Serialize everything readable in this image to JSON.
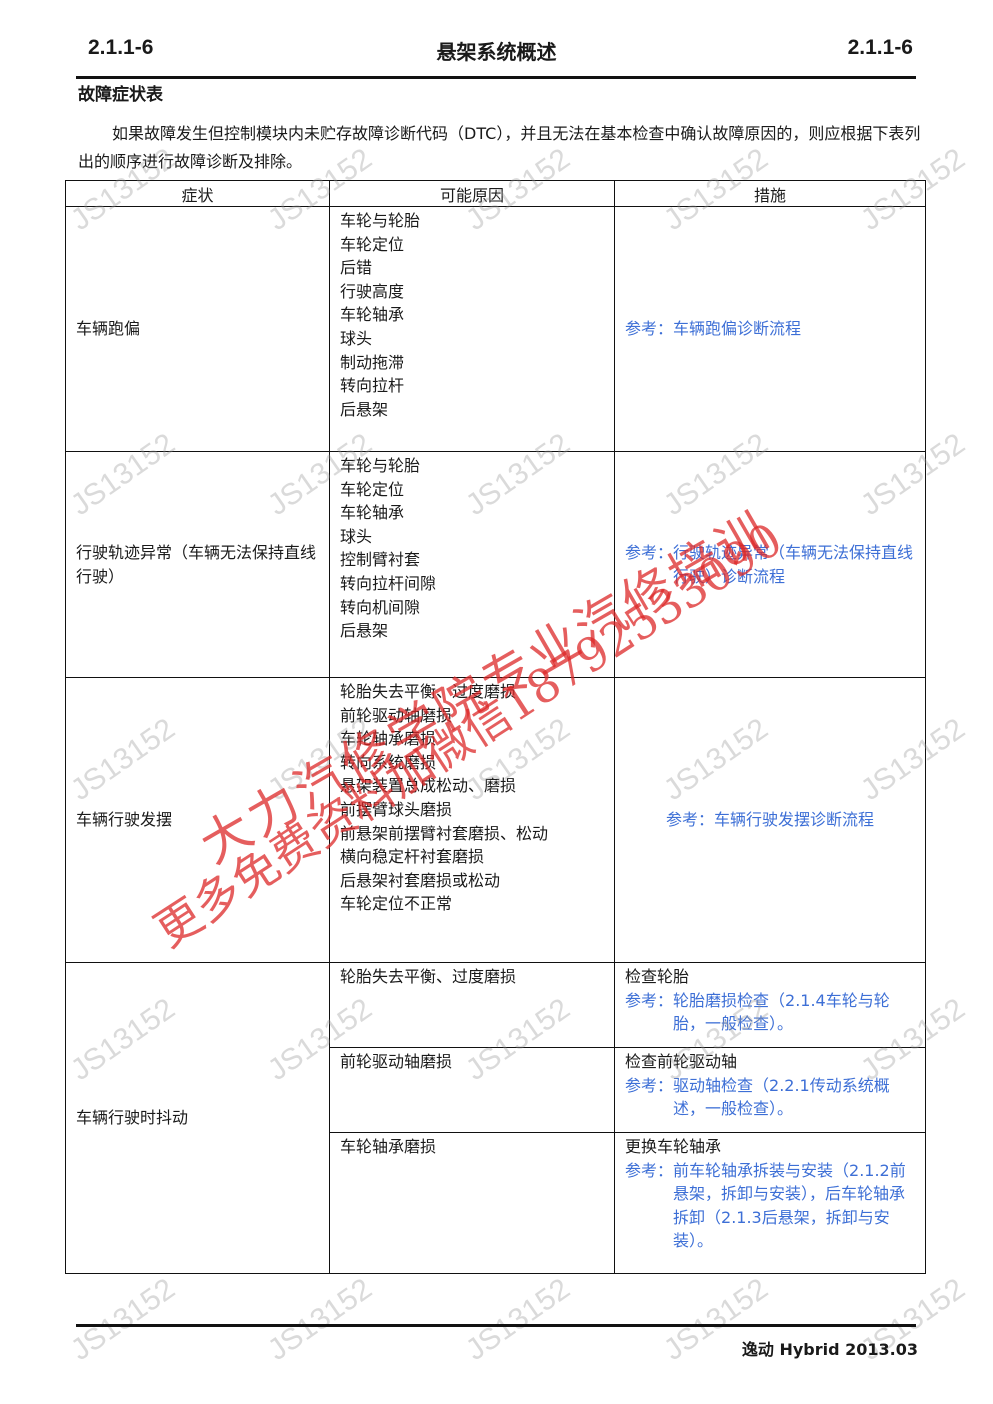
{
  "header": {
    "left": "2.1.1-6",
    "title": "悬架系统概述",
    "right": "2.1.1-6"
  },
  "section_title": "故障症状表",
  "intro": "如果故障发生但控制模块内未贮存故障诊断代码（DTC），并且无法在基本检查中确认故障原因的，则应根据下表列出的顺序进行故障诊断及排除。",
  "table": {
    "headers": [
      "症状",
      "可能原因",
      "措施"
    ],
    "rows": [
      {
        "symptom": "车辆跑偏",
        "causes": [
          "车轮与轮胎",
          "车轮定位",
          "后错",
          "行驶高度",
          "车轮轴承",
          "球头",
          "制动拖滞",
          "转向拉杆",
          "后悬架"
        ],
        "measure_key": "参考：",
        "measure_val": "车辆跑偏诊断流程"
      },
      {
        "symptom": "行驶轨迹异常（车辆无法保持直线行驶）",
        "causes": [
          "车轮与轮胎",
          "车轮定位",
          "车轮轴承",
          "球头",
          "控制臂衬套",
          "转向拉杆间隙",
          "转向机间隙",
          "后悬架"
        ],
        "measure_key": "参考：",
        "measure_val": "行驶轨迹异常（车辆无法保持直线行驶）诊断流程"
      },
      {
        "symptom": "车辆行驶发摆",
        "causes": [
          "轮胎失去平衡、过度磨损",
          "前轮驱动轴磨损",
          "车轮轴承磨损",
          "转向系统磨损",
          "悬架装置总成松动、磨损",
          "前摆臂球头磨损",
          "前悬架前摆臂衬套磨损、松动",
          "横向稳定杆衬套磨损",
          "后悬架衬套磨损或松动",
          "车轮定位不正常"
        ],
        "measure_key": "参考：",
        "measure_val": "车辆行驶发摆诊断流程"
      },
      {
        "symptom": "车辆行驶时抖动",
        "subs": [
          {
            "cause": "轮胎失去平衡、过度磨损",
            "action": "检查轮胎",
            "ref_key": "参考：",
            "ref_val": "轮胎磨损检查（2.1.4车轮与轮胎，一般检查）。"
          },
          {
            "cause": "前轮驱动轴磨损",
            "action": "检查前轮驱动轴",
            "ref_key": "参考：",
            "ref_val": "驱动轴检查（2.2.1传动系统概述，一般检查）。"
          },
          {
            "cause": "车轮轴承磨损",
            "action": "更换车轮轴承",
            "ref_key": "参考：",
            "ref_val": "前车轮轴承拆装与安装（2.1.2前悬架，拆卸与安装），后车轮轴承拆卸（2.1.3后悬架，拆卸与安装）。"
          }
        ]
      }
    ]
  },
  "watermark": "JS13152",
  "stamp_lines": [
    "大力汽修学院专业汽修培训",
    "更多免费资料加微信18792533090"
  ],
  "footer": "逸动 Hybrid 2013.03",
  "colors": {
    "link": "#3d6fd6",
    "stamp": "#dc2828"
  }
}
